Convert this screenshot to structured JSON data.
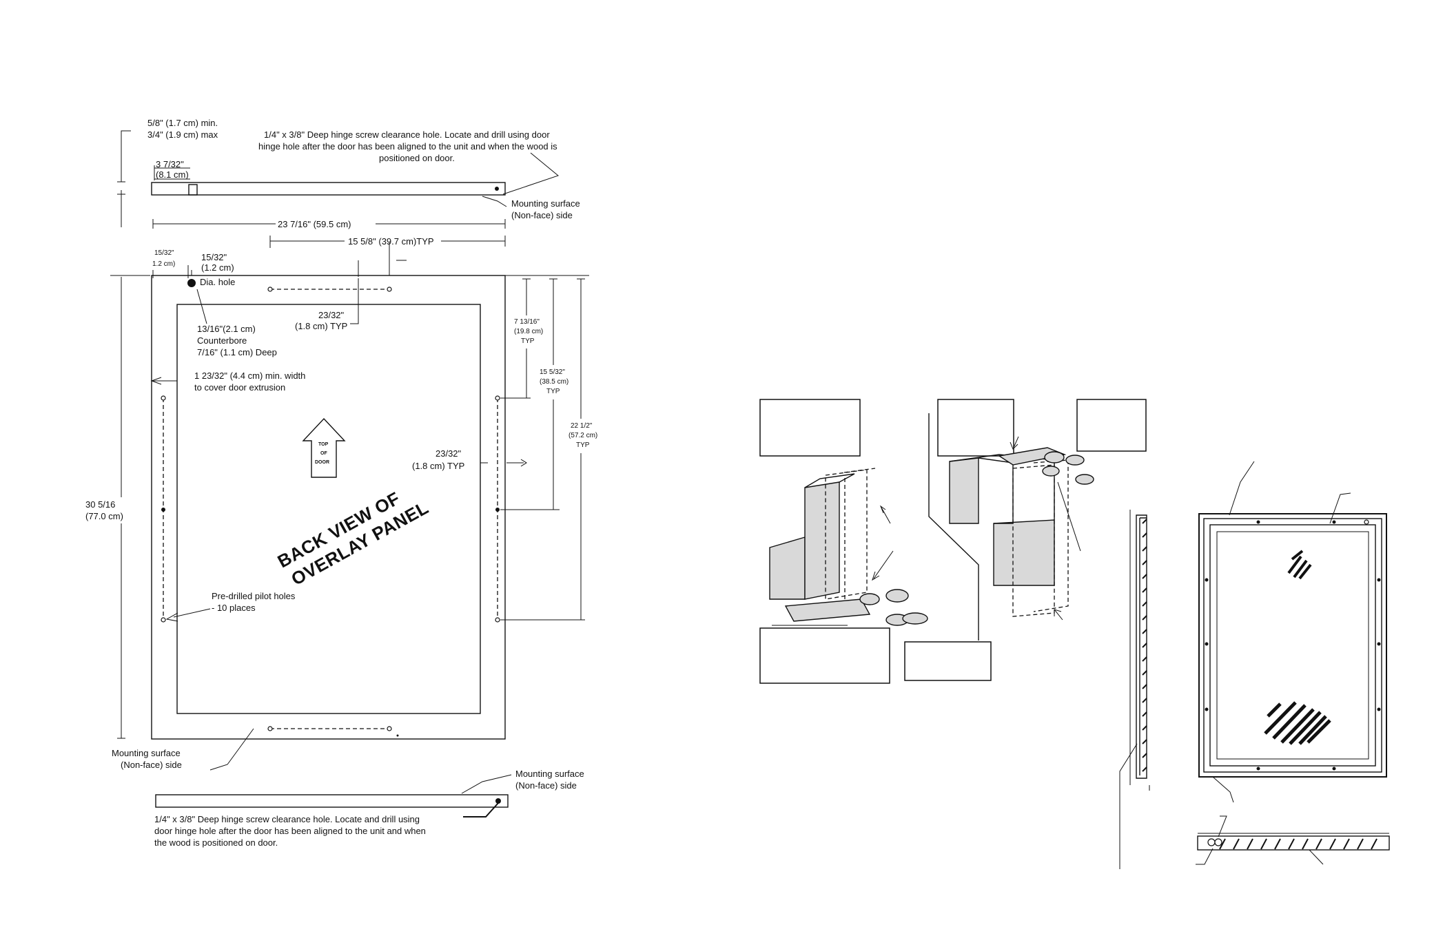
{
  "drawing": {
    "left": {
      "top_strip_depth": "5/8\" (1.7 cm) min.",
      "top_strip_depth_max": "3/4\" (1.9 cm) max",
      "top_note_line1": "1/4\" x 3/8\" Deep hinge screw clearance hole.  Locate and drill using door",
      "top_note_line2": "hinge hole after the door has been aligned to the unit and when the wood is",
      "top_note_line3": "positioned on door.",
      "small_offset_in": "3 7/32\"",
      "small_offset_cm": "(8.1 cm)",
      "mounting_top_line1": "Mounting surface",
      "mounting_top_line2": "(Non-face) side",
      "overall_width": "23 7/16\" (59.5 cm)",
      "hole_spacing": "15 5/8\" (39.7 cm)TYP",
      "corner_a_in": "15/32\"",
      "corner_a_cm": "1.2 cm)",
      "corner_b_in": "15/32\"",
      "corner_b_cm": "(1.2 cm)",
      "dia_hole": "Dia. hole",
      "top_inset_in": "23/32\"",
      "top_inset_cm": "(1.8 cm) TYP",
      "counterbore_line1": "13/16\"(2.1 cm)",
      "counterbore_line2": "Counterbore",
      "counterbore_line3": "7/16\" (1.1 cm) Deep",
      "min_width_line1": "1 23/32\" (4.4 cm) min. width",
      "min_width_line2": "to cover door extrusion",
      "right_a_in": "7 13/16\"",
      "right_a_cm": "(19.8 cm)",
      "right_a_typ": "TYP",
      "right_b_in": "15  5/32\"",
      "right_b_cm": "(38.5 cm)",
      "right_b_typ": "TYP",
      "right_c_in": "22 1/2\"",
      "right_c_cm": "(57.2 cm)",
      "right_c_typ": "TYP",
      "side_inset_in": "23/32\"",
      "side_inset_cm": "(1.8 cm) TYP",
      "height_in": "30 5/16",
      "height_cm": "(77.0 cm)",
      "arrow_top": "TOP",
      "arrow_of": "OF",
      "arrow_door": "DOOR",
      "stamp_line1": "BACK VIEW OF",
      "stamp_line2": "OVERLAY PANEL",
      "pilot_line1": "Pre-drilled pilot holes",
      "pilot_line2": "- 10 places",
      "mounting_left_line1": "Mounting surface",
      "mounting_left_line2": "(Non-face) side",
      "mounting_bottom_line1": "Mounting surface",
      "mounting_bottom_line2": "(Non-face) side",
      "bottom_note_line1": "1/4\" x 3/8\" Deep hinge screw clearance hole.  Locate and drill using",
      "bottom_note_line2": "door hinge hole after the door has been aligned to the unit and when",
      "bottom_note_line3": "the wood is positioned on door."
    }
  }
}
